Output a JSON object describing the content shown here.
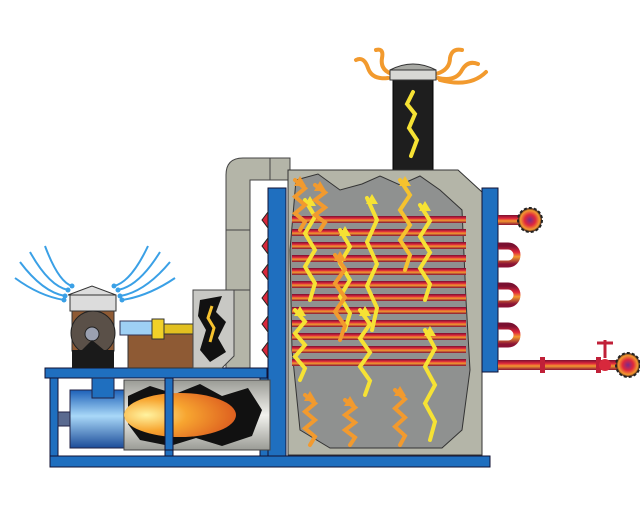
{
  "diagram": {
    "subject": "boiler-cutaway",
    "components": [
      "air-intake-blower",
      "motor",
      "coupling",
      "burner",
      "combustion-chamber",
      "flue-duct",
      "boiler-shell",
      "fire-tubes",
      "chimney-stack",
      "water-pipes",
      "inlet-valve",
      "outlet-valve",
      "base-frame"
    ],
    "colors": {
      "frame": "#1f6fbf",
      "shell": "#b4b5a8",
      "shell_inner": "#8f9190",
      "tube": "#d8283c",
      "tube_highlight": "#f08a2a",
      "flame_yellow": "#f6e234",
      "flame_orange": "#f29a2e",
      "chimney": "#1e1e1e",
      "air_arrow": "#3aa0e6",
      "motor": "#8e5a34",
      "coupling": "#f0d028",
      "burner": "#2f7fd0"
    }
  }
}
